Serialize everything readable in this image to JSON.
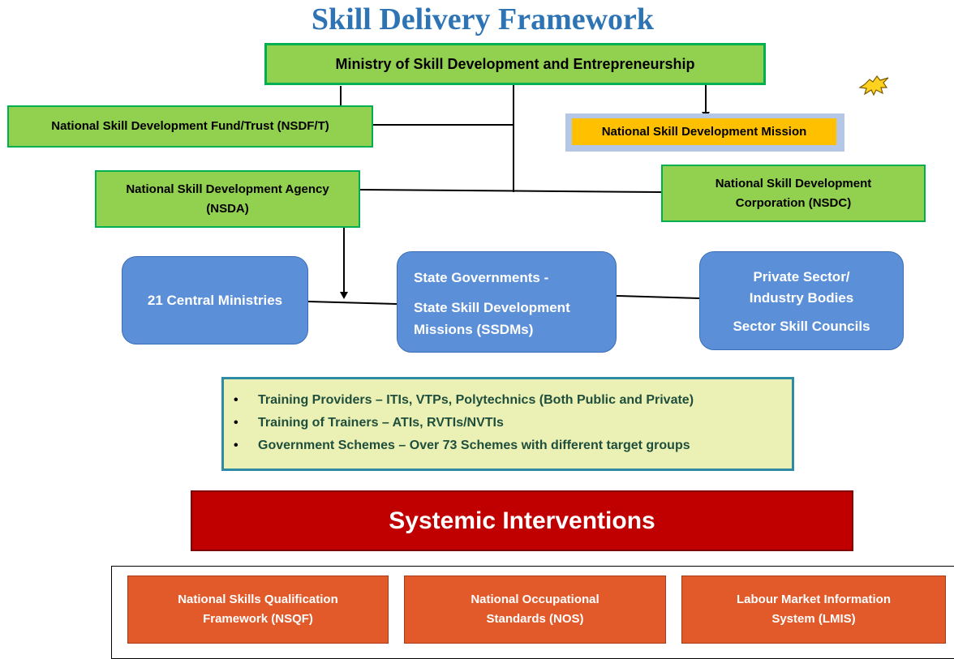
{
  "title": "Skill Delivery Framework",
  "ministry": "Ministry of Skill Development and Entrepreneurship",
  "nsdf": "National Skill Development Fund/Trust (NSDF/T)",
  "mission": "National Skill Development Mission",
  "nsda": {
    "line1": "National Skill Development Agency",
    "line2": "(NSDA)"
  },
  "nsdc": {
    "line1": "National Skill Development",
    "line2": "Corporation (NSDC)"
  },
  "central": "21 Central Ministries",
  "state": {
    "line1": "State Governments -",
    "line2": "State Skill Development",
    "line3": "Missions (SSDMs)"
  },
  "private": {
    "line1": "Private Sector/",
    "line2": "Industry Bodies",
    "line3": "Sector Skill Councils"
  },
  "bullets": [
    "Training Providers – ITIs, VTPs, Polytechnics (Both Public and Private)",
    "Training of Trainers – ATIs, RVTIs/NVTIs",
    "Government Schemes – Over 73 Schemes with different target groups"
  ],
  "systemic": "Systemic Interventions",
  "nsqf": {
    "line1": "National Skills Qualification",
    "line2": "Framework (NSQF)"
  },
  "nos": {
    "line1": "National Occupational",
    "line2": "Standards (NOS)"
  },
  "lmis": {
    "line1": "Labour Market Information",
    "line2": "System (LMIS)"
  }
}
